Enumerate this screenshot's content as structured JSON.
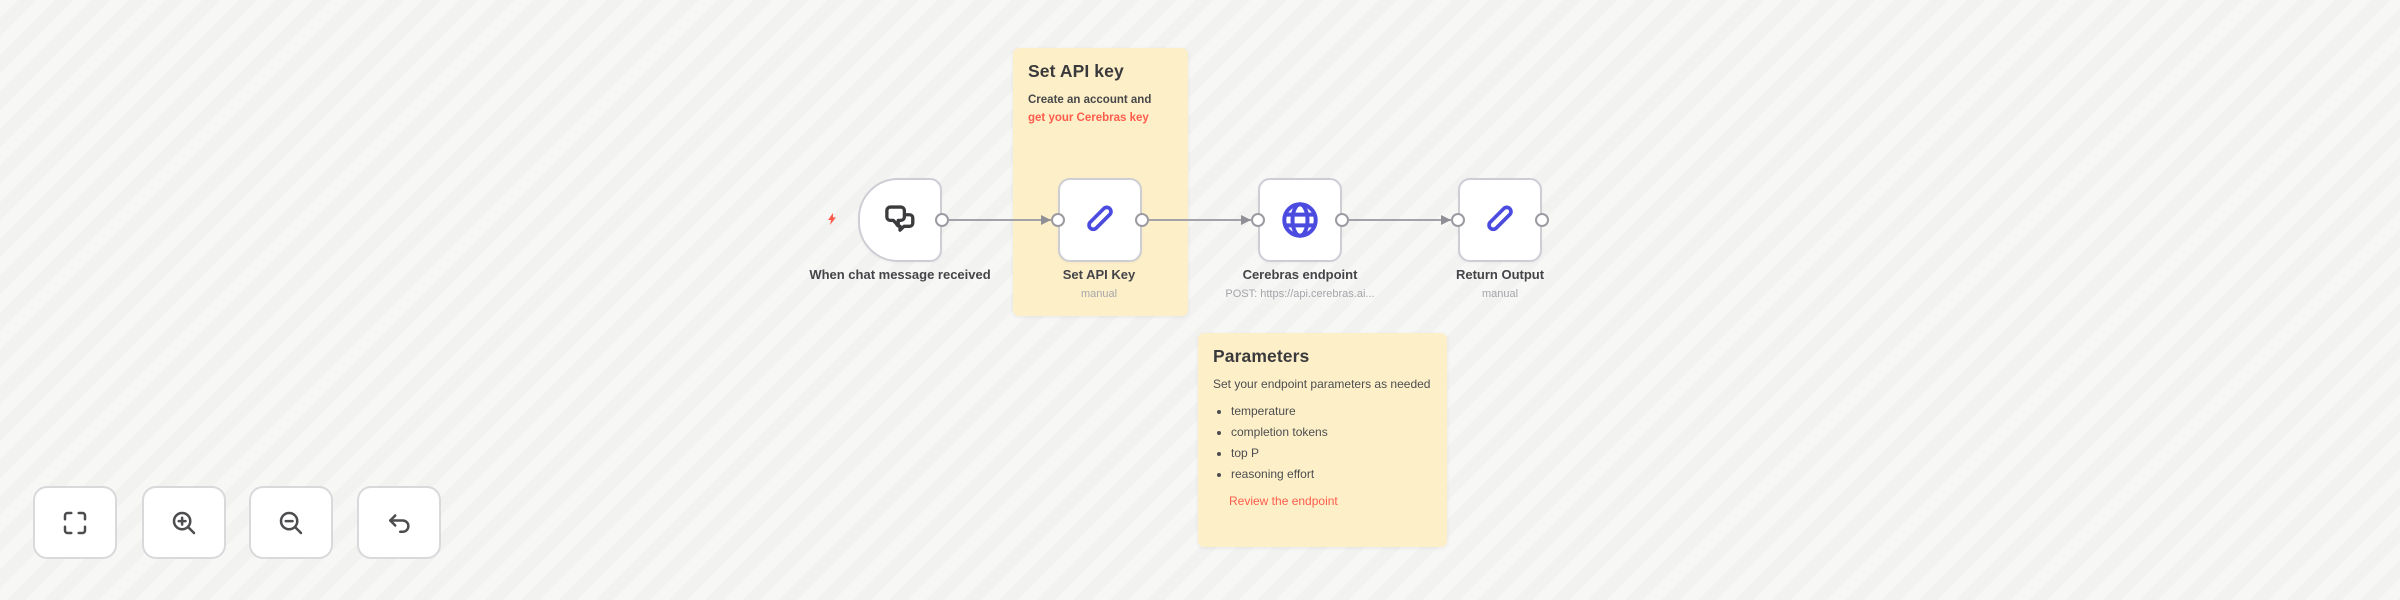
{
  "colors": {
    "accent_red": "#ff5c4b",
    "icon_indigo": "#4b4be0",
    "sticky_bg": "#fdf0c9",
    "canvas_stripe_a": "#f7f7f6",
    "canvas_stripe_b": "#f2f2f1",
    "node_border": "#cdcdd4",
    "connector": "#a2a2a8",
    "text_primary": "#454549",
    "text_muted": "#a5a5aa"
  },
  "sticky_notes": [
    {
      "title": "Set API key",
      "body": "Create an account and",
      "link_text": "get your Cerebras key"
    },
    {
      "title": "Parameters",
      "body": "Set your endpoint parameters as needed",
      "bullets": [
        "temperature",
        "completion tokens",
        "top P",
        "reasoning effort"
      ],
      "link_text": "Review the endpoint"
    }
  ],
  "nodes": [
    {
      "label": "When chat message received",
      "sublabel": "",
      "icon": "chat-icon",
      "is_trigger": true
    },
    {
      "label": "Set API Key",
      "sublabel": "manual",
      "icon": "pencil-icon",
      "is_trigger": false
    },
    {
      "label": "Cerebras endpoint",
      "sublabel": "POST: https://api.cerebras.ai...",
      "icon": "globe-icon",
      "is_trigger": false
    },
    {
      "label": "Return Output",
      "sublabel": "manual",
      "icon": "pencil-icon",
      "is_trigger": false
    }
  ],
  "controls": {
    "icons": [
      "fit-view-icon",
      "zoom-in-icon",
      "zoom-out-icon",
      "undo-icon"
    ]
  }
}
